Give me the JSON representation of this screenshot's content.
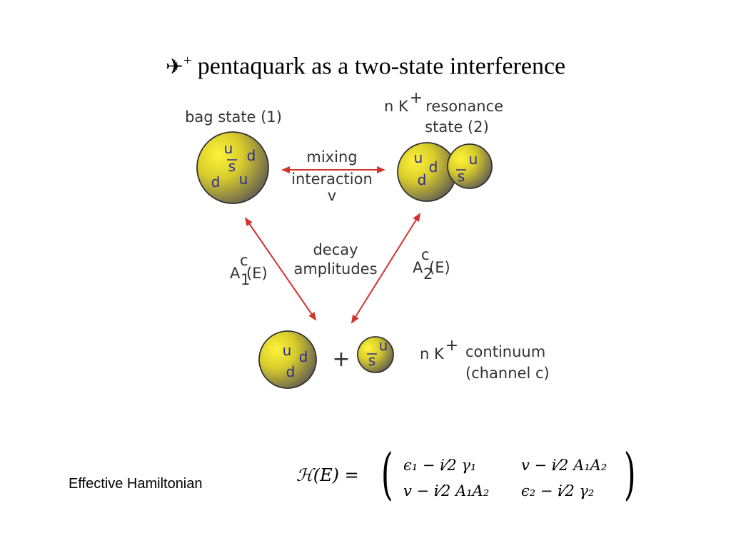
{
  "title": {
    "symbol": "✈",
    "charge": "+",
    "text": "pentaquark as a two-state interference"
  },
  "labels": {
    "bag_state": "bag state (1)",
    "nk_resonance_nk": "n K",
    "nk_resonance_sup": "+",
    "nk_resonance_line1": "resonance",
    "nk_resonance_line2": "state (2)",
    "mixing_line1": "mixing",
    "mixing_line2": "interaction",
    "mixing_line3": "v",
    "decay_line1": "decay",
    "decay_line2": "amplitudes",
    "a1_super": "c",
    "a1_main": "A",
    "a1_sub": "1",
    "a1_arg": "(E)",
    "a2_super": "c",
    "a2_main": "A",
    "a2_sub": "2",
    "a2_arg": "(E)",
    "plus": "+",
    "continuum_nk": "n K",
    "continuum_sup": "+",
    "continuum_line1": "continuum",
    "continuum_line2": "(channel c)"
  },
  "quarks": {
    "bag": [
      "u",
      "s",
      "d",
      "d",
      "u"
    ],
    "resonance_nucleon": [
      "u",
      "d",
      "d"
    ],
    "resonance_kaon": [
      "u",
      "s"
    ],
    "continuum_nucleon": [
      "u",
      "d",
      "d"
    ],
    "continuum_kaon": [
      "u",
      "s"
    ]
  },
  "equation": {
    "label": "Effective Hamiltonian",
    "lhs": "ℋ(E) =",
    "m11": "ϵ₁ − i⁄2 γ₁",
    "m12": "v − i⁄2 A₁A₂",
    "m21": "v − i⁄2 A₁A₂",
    "m22": "ϵ₂ − i⁄2 γ₂"
  },
  "colors": {
    "arrow": "#d0342c",
    "quark_text": "#2a2a9a",
    "ball_center": "#fff23a",
    "ball_mid": "#d8cc2c",
    "ball_edge": "#6a6450"
  }
}
